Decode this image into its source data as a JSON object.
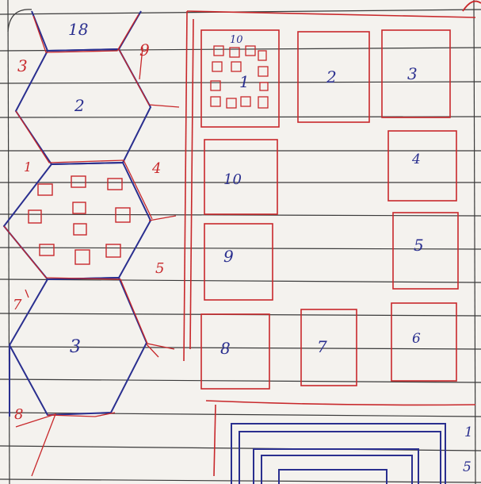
{
  "sketch": {
    "hex_labels": {
      "top": "18",
      "upper": "2",
      "lower": "3"
    },
    "side_labels": {
      "upper_left": "3",
      "upper_right": "9",
      "mid_left": "1",
      "mid_right": "4",
      "lower_right": "5",
      "lower_left": "7",
      "bottom_left": "8"
    },
    "room_labels": {
      "r1": "1",
      "r1_top": "10",
      "r2": "2",
      "r3": "3",
      "r4": "4",
      "r5": "5",
      "r6": "6",
      "r7": "7",
      "r8": "8",
      "r9": "9",
      "r10": "10"
    },
    "bottom_right_labels": {
      "upper": "1",
      "lower": "5"
    },
    "colors": {
      "paper": "#f4f2ee",
      "rule_line": "#3a3a3a",
      "blue_ink": "#2a2f8f",
      "red_ink": "#c8282b"
    }
  }
}
